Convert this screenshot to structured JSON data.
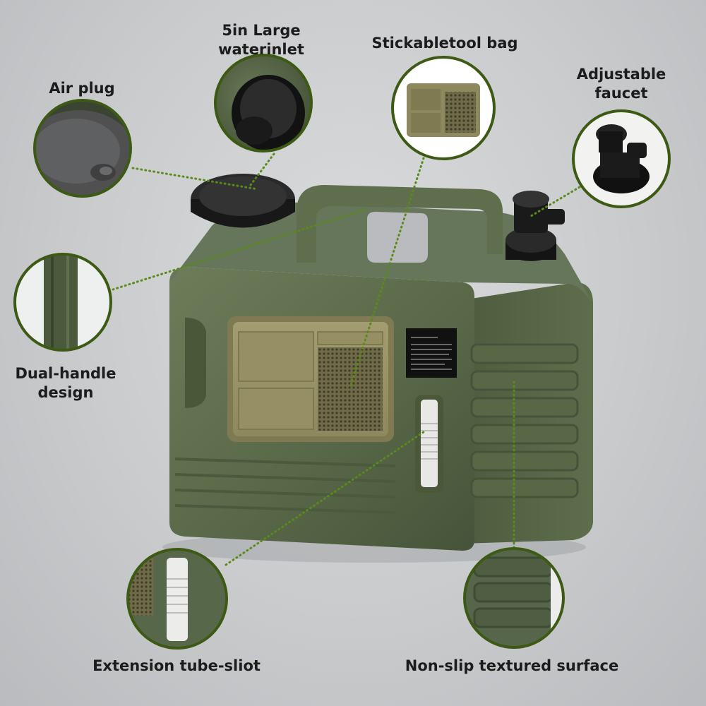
{
  "colors": {
    "background": "#c9cbcd",
    "tank_green": "#5b6b4a",
    "bag_khaki": "#9a9467",
    "callout_ring": "#4a6b1e",
    "leader_dots": "#5a8a1a",
    "cap_black": "#1c1c1c",
    "label_text": "#1c1c1c"
  },
  "callouts": {
    "air_plug": {
      "icon": "air-plug-closeup",
      "label": "Air plug"
    },
    "water_inlet": {
      "icon": "water-inlet-closeup",
      "label_line1": "5in Large",
      "label_line2": "waterinlet"
    },
    "tool_bag": {
      "icon": "tool-bag-closeup",
      "label": "Stickabletool bag"
    },
    "faucet": {
      "icon": "faucet-closeup",
      "label_line1": "Adjustable",
      "label_line2": "faucet"
    },
    "handle": {
      "icon": "handle-closeup",
      "label_line1": "Dual-handle",
      "label_line2": "design"
    },
    "tube": {
      "icon": "extension-tube-closeup",
      "label": "Extension tube-sliot"
    },
    "surface": {
      "icon": "textured-surface-closeup",
      "label": "Non-slip textured surface"
    }
  },
  "product": {
    "icon": "water-jerry-can",
    "warning_label_icon": "spec-sticker"
  }
}
